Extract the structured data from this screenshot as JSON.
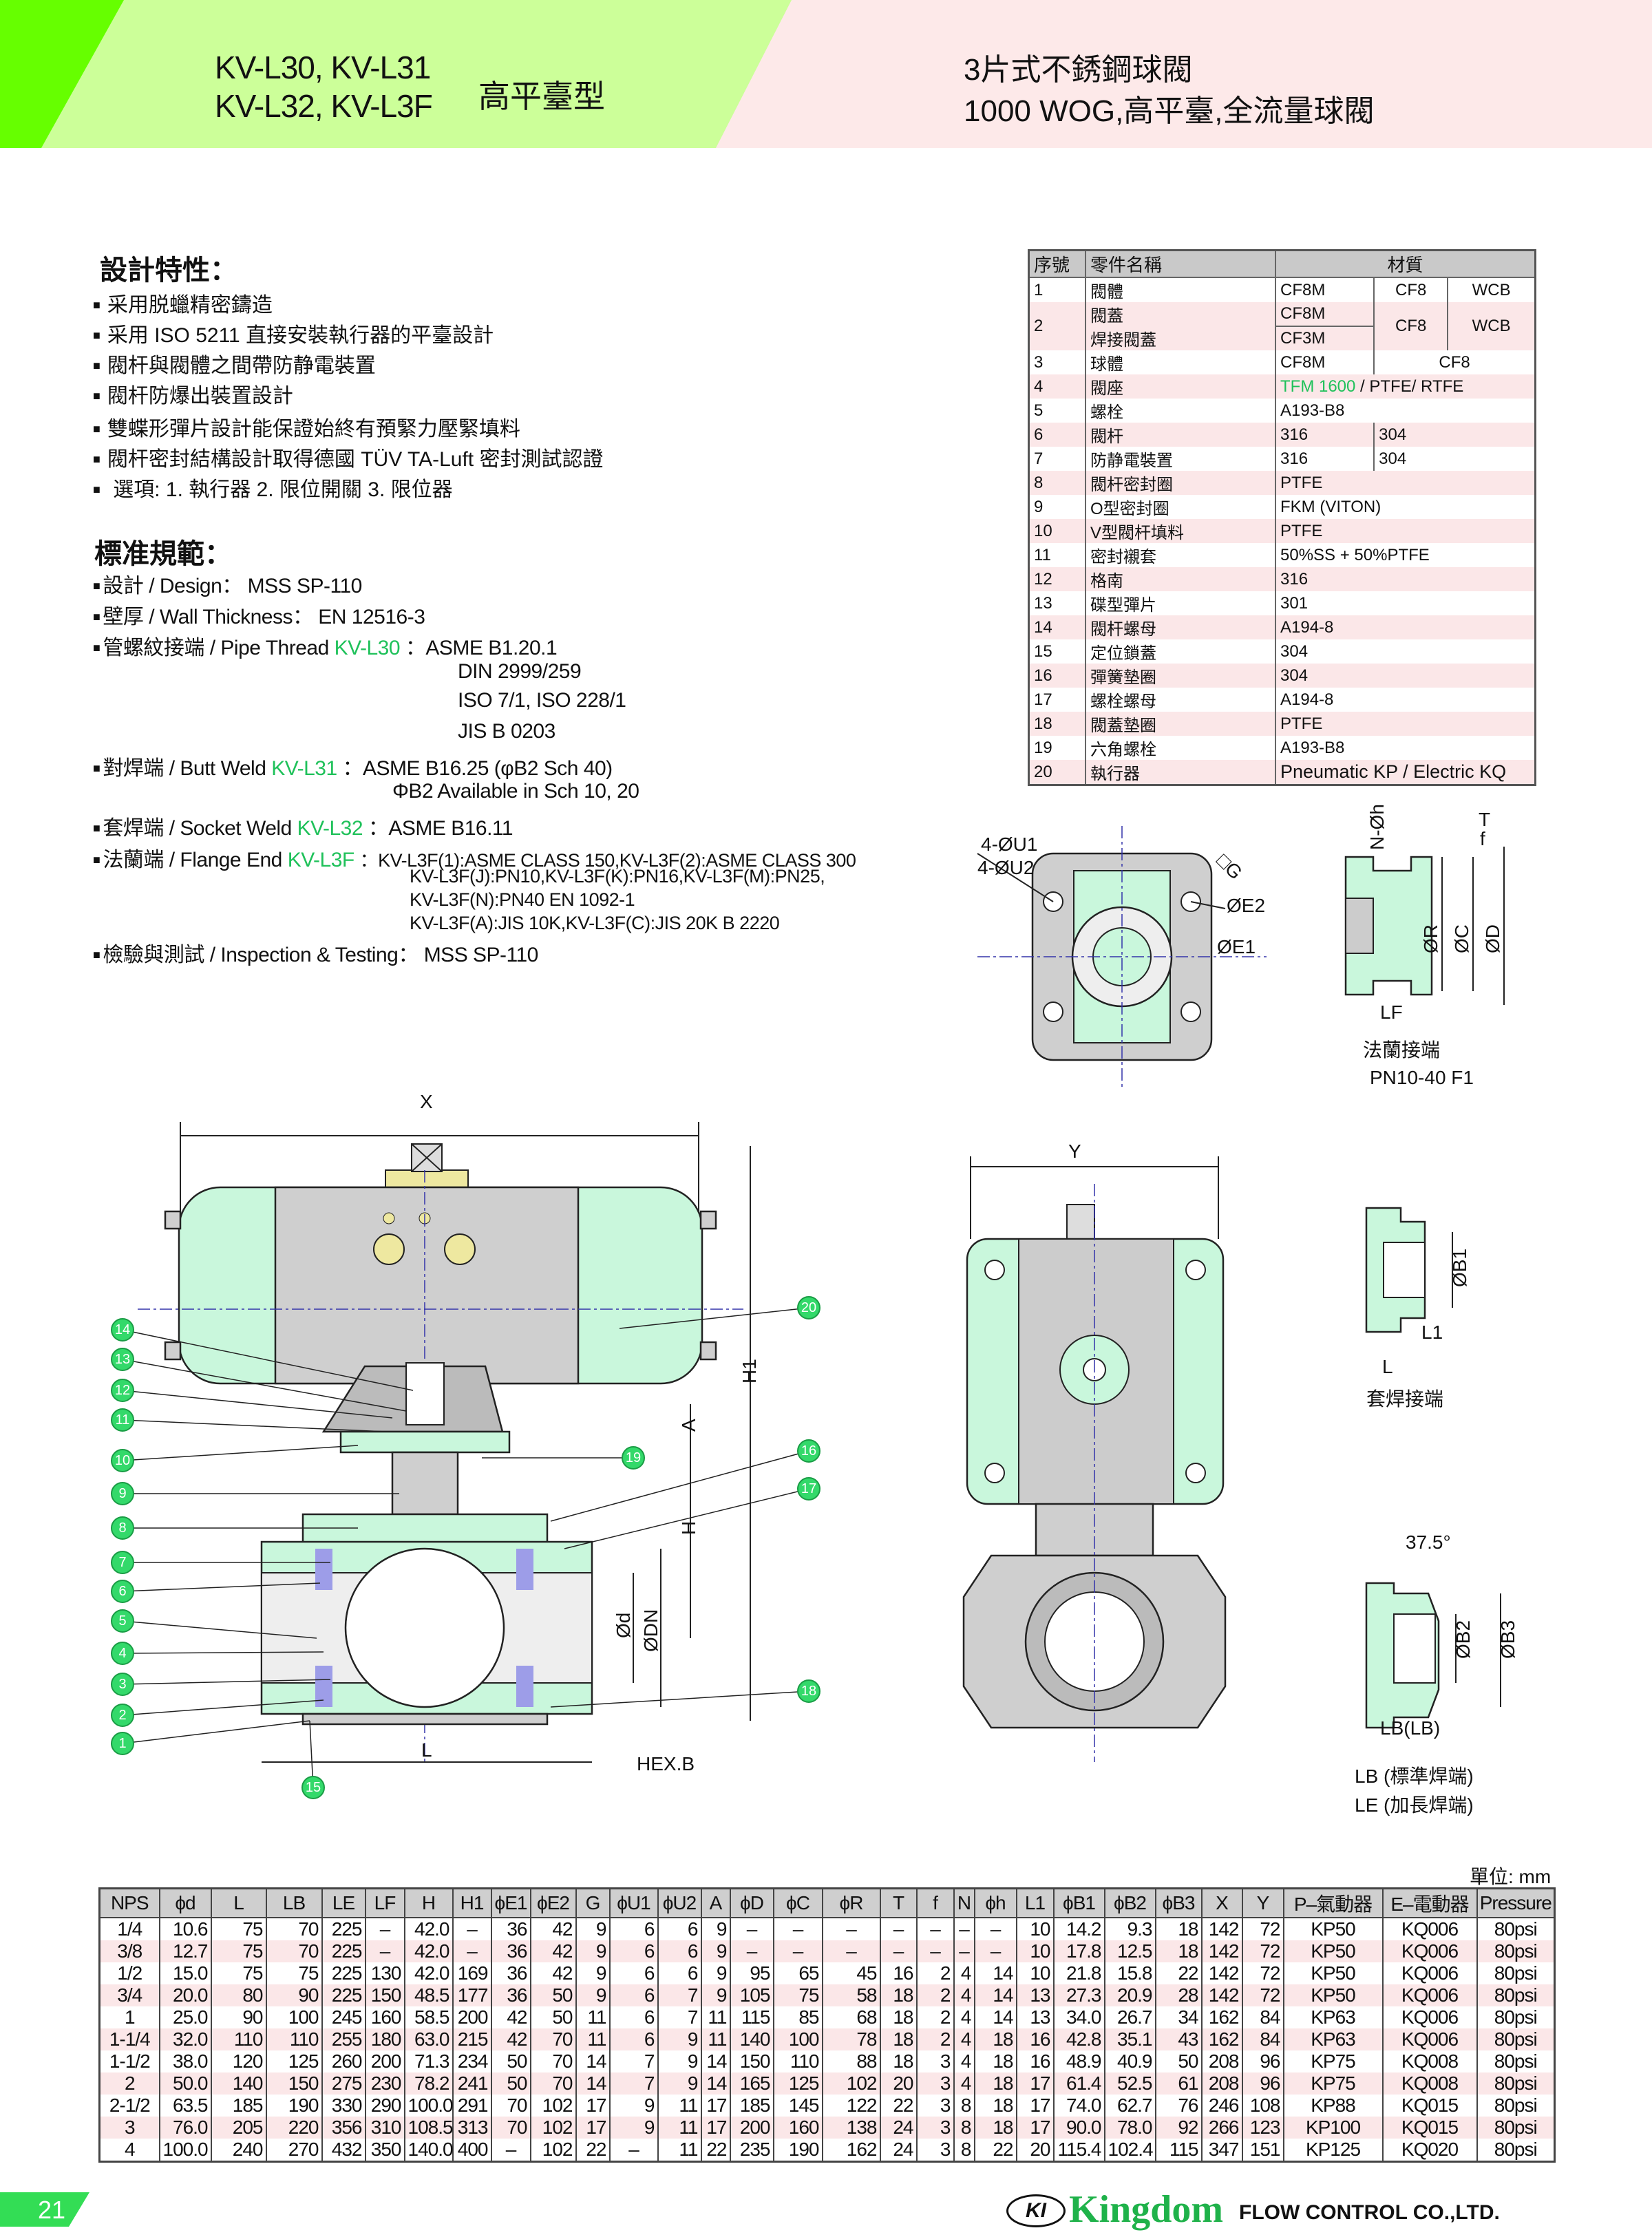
{
  "colors": {
    "header_green": "#ccff99",
    "header_bright": "#66ff00",
    "header_pink": "#fde9e9",
    "accent_green": "#1fc15a",
    "row_pink": "#fbe7e8",
    "table_header": "#cfcfcf"
  },
  "header": {
    "models_line1": "KV-L30, KV-L31",
    "models_line2": "KV-L32, KV-L3F",
    "type": "高平臺型",
    "title_line1": "3片式不銹鋼球閥",
    "title_line2": "1000 WOG,高平臺,全流量球閥"
  },
  "features": {
    "title": "設計特性：",
    "items": [
      "采用脱蠟精密鑄造",
      "采用 ISO 5211 直接安裝執行器的平臺設計",
      "閥杆與閥體之間帶防静電裝置",
      "閥杆防爆出裝置設計",
      "雙蝶形彈片設計能保證始終有預緊力壓緊填料",
      "閥杆密封結構設計取得德國 TÜV TA-Luft 密封測試認證",
      " 選項: 1. 執行器 2. 限位開關 3. 限位器"
    ]
  },
  "standards": {
    "title": "標准規範：",
    "items": [
      {
        "zh": "設計",
        "en": "Design：",
        "model": "",
        "value": "MSS  SP-110",
        "extra": []
      },
      {
        "zh": "壁厚",
        "en": "Wall Thickness：",
        "model": "",
        "value": "EN 12516-3",
        "extra": []
      },
      {
        "zh": "管螺紋接端",
        "en": "Pipe Thread",
        "model": "KV-L30",
        "value": "：ASME B1.20.1",
        "extra": [
          "DIN 2999/259",
          "ISO 7/1, ISO 228/1",
          "JIS B 0203"
        ]
      },
      {
        "zh": "對焊端",
        "en": "Butt Weld",
        "model": "KV-L31",
        "value": "：ASME B16.25 (φB2 Sch 40)",
        "extra": [
          "ΦB2 Available in Sch 10, 20"
        ]
      },
      {
        "zh": "套焊端",
        "en": "Socket Weld",
        "model": "KV-L32",
        "value": "：ASME B16.11",
        "extra": []
      },
      {
        "zh": "法蘭端",
        "en": "Flange End",
        "model": "KV-L3F",
        "value": "：KV-L3F(1):ASME CLASS 150,KV-L3F(2):ASME CLASS 300",
        "extra": [
          "KV-L3F(J):PN10,KV-L3F(K):PN16,KV-L3F(M):PN25,",
          "KV-L3F(N):PN40 EN 1092-1",
          "KV-L3F(A):JIS 10K,KV-L3F(C):JIS 20K B 2220"
        ]
      },
      {
        "zh": "檢驗與測試",
        "en": "Inspection & Testing：",
        "model": "",
        "value": "MSS  SP-110",
        "extra": []
      }
    ]
  },
  "parts": {
    "headers": [
      "序號",
      "零件名稱",
      "材質"
    ],
    "rows": [
      {
        "no": "1",
        "name": "閥體",
        "m": [
          "CF8M",
          "CF8",
          "WCB"
        ]
      },
      {
        "no": "2",
        "name": "閥蓋",
        "name2": "焊接閥蓋",
        "m": [
          "CF8M",
          "CF8",
          "WCB"
        ],
        "m1b": "CF3M"
      },
      {
        "no": "3",
        "name": "球體",
        "m": [
          "CF8M",
          "CF8"
        ]
      },
      {
        "no": "4",
        "name": "閥座",
        "m": [
          "TFM 1600"
        ],
        "suffix": " / PTFE/ RTFE"
      },
      {
        "no": "5",
        "name": "螺栓",
        "m": [
          "A193-B8"
        ]
      },
      {
        "no": "6",
        "name": "閥杆",
        "m": [
          "316",
          "304"
        ]
      },
      {
        "no": "7",
        "name": "防静電裝置",
        "m": [
          "316",
          "304"
        ]
      },
      {
        "no": "8",
        "name": "閥杆密封圈",
        "m": [
          "PTFE"
        ]
      },
      {
        "no": "9",
        "name": "O型密封圈",
        "m": [
          "FKM (VITON)"
        ]
      },
      {
        "no": "10",
        "name": "V型閥杆填料",
        "m": [
          "PTFE"
        ]
      },
      {
        "no": "11",
        "name": "密封襯套",
        "m": [
          "50%SS + 50%PTFE"
        ]
      },
      {
        "no": "12",
        "name": "格南",
        "m": [
          "316"
        ]
      },
      {
        "no": "13",
        "name": "碟型彈片",
        "m": [
          "301"
        ]
      },
      {
        "no": "14",
        "name": "閥杆螺母",
        "m": [
          "A194-8"
        ]
      },
      {
        "no": "15",
        "name": "定位鎖蓋",
        "m": [
          "304"
        ]
      },
      {
        "no": "16",
        "name": "彈簧墊圈",
        "m": [
          "304"
        ]
      },
      {
        "no": "17",
        "name": "螺栓螺母",
        "m": [
          "A194-8"
        ]
      },
      {
        "no": "18",
        "name": "閥蓋墊圈",
        "m": [
          "PTFE"
        ]
      },
      {
        "no": "19",
        "name": "六角螺栓",
        "m": [
          "A193-B8"
        ]
      },
      {
        "no": "20",
        "name": "執行器",
        "m": [
          "Pneumatic KP / Electric KQ"
        ]
      }
    ]
  },
  "drawings": {
    "flange_top": {
      "u1": "4-ØU1",
      "u2": "4-ØU2",
      "g": "□G",
      "e2": "ØE2",
      "e1": "ØE1"
    },
    "flange_side": {
      "nh": "N-Øh",
      "t": "T",
      "f": "f",
      "r": "ØR",
      "c": "ØC",
      "d": "ØD",
      "lf": "LF",
      "caption": "法蘭接端",
      "caption2": "PN10-40 F1"
    },
    "main": {
      "x": "X",
      "h1": "H1",
      "h": "H",
      "a": "A",
      "d": "Ød",
      "dn": "ØDN",
      "l": "L",
      "hex": "HEX.B"
    },
    "side": {
      "y": "Y"
    },
    "socket": {
      "b1": "ØB1",
      "l1": "L1",
      "l": "L",
      "caption": "套焊接端"
    },
    "butt": {
      "angle": "37.5°",
      "b2": "ØB2",
      "b3": "ØB3",
      "lb": "LB(LB)",
      "caption1": "LB (標準焊端)",
      "caption2": "LE (加長焊端)"
    },
    "callouts": [
      "1",
      "2",
      "3",
      "4",
      "5",
      "6",
      "7",
      "8",
      "9",
      "10",
      "11",
      "12",
      "13",
      "14",
      "15",
      "16",
      "17",
      "18",
      "19",
      "20"
    ]
  },
  "dimensions": {
    "unit": "單位: mm",
    "headers": [
      "NPS",
      "ϕd",
      "L",
      "LB",
      "LE",
      "LF",
      "H",
      "H1",
      "ϕE1",
      "ϕE2",
      "G",
      "ϕU1",
      "ϕU2",
      "A",
      "ϕD",
      "ϕC",
      "ϕR",
      "T",
      "f",
      "N",
      "ϕh",
      "L1",
      "ϕB1",
      "ϕB2",
      "ϕB3",
      "X",
      "Y",
      "P–氣動器",
      "E–電動器",
      "Pressure"
    ],
    "rows": [
      [
        "1/4",
        "10.6",
        "75",
        "70",
        "225",
        "–",
        "42.0",
        "–",
        "36",
        "42",
        "9",
        "6",
        "6",
        "9",
        "–",
        "–",
        "–",
        "–",
        "–",
        "–",
        "–",
        "10",
        "14.2",
        "9.3",
        "18",
        "142",
        "72",
        "KP50",
        "KQ006",
        "80psi"
      ],
      [
        "3/8",
        "12.7",
        "75",
        "70",
        "225",
        "–",
        "42.0",
        "–",
        "36",
        "42",
        "9",
        "6",
        "6",
        "9",
        "–",
        "–",
        "–",
        "–",
        "–",
        "–",
        "–",
        "10",
        "17.8",
        "12.5",
        "18",
        "142",
        "72",
        "KP50",
        "KQ006",
        "80psi"
      ],
      [
        "1/2",
        "15.0",
        "75",
        "75",
        "225",
        "130",
        "42.0",
        "169",
        "36",
        "42",
        "9",
        "6",
        "6",
        "9",
        "95",
        "65",
        "45",
        "16",
        "2",
        "4",
        "14",
        "10",
        "21.8",
        "15.8",
        "22",
        "142",
        "72",
        "KP50",
        "KQ006",
        "80psi"
      ],
      [
        "3/4",
        "20.0",
        "80",
        "90",
        "225",
        "150",
        "48.5",
        "177",
        "36",
        "50",
        "9",
        "6",
        "7",
        "9",
        "105",
        "75",
        "58",
        "18",
        "2",
        "4",
        "14",
        "13",
        "27.3",
        "20.9",
        "28",
        "142",
        "72",
        "KP50",
        "KQ006",
        "80psi"
      ],
      [
        "1",
        "25.0",
        "90",
        "100",
        "245",
        "160",
        "58.5",
        "200",
        "42",
        "50",
        "11",
        "6",
        "7",
        "11",
        "115",
        "85",
        "68",
        "18",
        "2",
        "4",
        "14",
        "13",
        "34.0",
        "26.7",
        "34",
        "162",
        "84",
        "KP63",
        "KQ006",
        "80psi"
      ],
      [
        "1-1/4",
        "32.0",
        "110",
        "110",
        "255",
        "180",
        "63.0",
        "215",
        "42",
        "70",
        "11",
        "6",
        "9",
        "11",
        "140",
        "100",
        "78",
        "18",
        "2",
        "4",
        "18",
        "16",
        "42.8",
        "35.1",
        "43",
        "162",
        "84",
        "KP63",
        "KQ006",
        "80psi"
      ],
      [
        "1-1/2",
        "38.0",
        "120",
        "125",
        "260",
        "200",
        "71.3",
        "234",
        "50",
        "70",
        "14",
        "7",
        "9",
        "14",
        "150",
        "110",
        "88",
        "18",
        "3",
        "4",
        "18",
        "16",
        "48.9",
        "40.9",
        "50",
        "208",
        "96",
        "KP75",
        "KQ008",
        "80psi"
      ],
      [
        "2",
        "50.0",
        "140",
        "150",
        "275",
        "230",
        "78.2",
        "241",
        "50",
        "70",
        "14",
        "7",
        "9",
        "14",
        "165",
        "125",
        "102",
        "20",
        "3",
        "4",
        "18",
        "17",
        "61.4",
        "52.5",
        "61",
        "208",
        "96",
        "KP75",
        "KQ008",
        "80psi"
      ],
      [
        "2-1/2",
        "63.5",
        "185",
        "190",
        "330",
        "290",
        "100.0",
        "291",
        "70",
        "102",
        "17",
        "9",
        "11",
        "17",
        "185",
        "145",
        "122",
        "22",
        "3",
        "8",
        "18",
        "17",
        "74.0",
        "62.7",
        "76",
        "246",
        "108",
        "KP88",
        "KQ015",
        "80psi"
      ],
      [
        "3",
        "76.0",
        "205",
        "220",
        "356",
        "310",
        "108.5",
        "313",
        "70",
        "102",
        "17",
        "9",
        "11",
        "17",
        "200",
        "160",
        "138",
        "24",
        "3",
        "8",
        "18",
        "17",
        "90.0",
        "78.0",
        "92",
        "266",
        "123",
        "KP100",
        "KQ015",
        "80psi"
      ],
      [
        "4",
        "100.0",
        "240",
        "270",
        "432",
        "350",
        "140.0",
        "400",
        "–",
        "102",
        "22",
        "–",
        "11",
        "22",
        "235",
        "190",
        "162",
        "24",
        "3",
        "8",
        "22",
        "20",
        "115.4",
        "102.4",
        "115",
        "347",
        "151",
        "KP125",
        "KQ020",
        "80psi"
      ]
    ]
  },
  "footer": {
    "page": "21",
    "logo_mark": "KI",
    "brand": "Kingdom",
    "company": "FLOW CONTROL CO.,LTD."
  }
}
